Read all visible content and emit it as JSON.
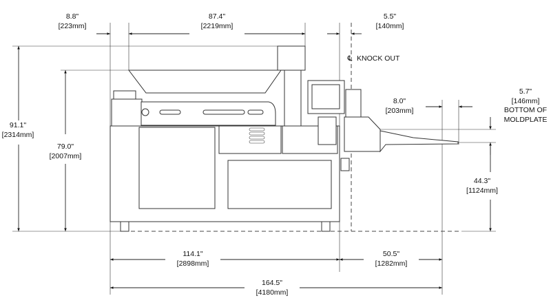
{
  "dimensions": {
    "hopper_offset": {
      "in": "8.8\"",
      "mm": "[223mm]"
    },
    "hopper_length": {
      "in": "87.4\"",
      "mm": "[2219mm]"
    },
    "knockout_offset": {
      "in": "5.5\"",
      "mm": "[140mm]"
    },
    "overall_height": {
      "in": "91.1\"",
      "mm": "[2314mm]"
    },
    "hopper_height": {
      "in": "79.0\"",
      "mm": "[2007mm]"
    },
    "conveyor_offset": {
      "in": "8.0\"",
      "mm": "[203mm]"
    },
    "moldplate_gap": {
      "in": "5.7\"",
      "mm": "[146mm]"
    },
    "moldplate_height": {
      "in": "44.3\"",
      "mm": "[1124mm]"
    },
    "machine_length": {
      "in": "114.1\"",
      "mm": "[2898mm]"
    },
    "discharge_length": {
      "in": "50.5\"",
      "mm": "[1282mm]"
    },
    "overall_length": {
      "in": "164.5\"",
      "mm": "[4180mm]"
    }
  },
  "labels": {
    "knock_out": "KNOCK OUT",
    "centerline_symbol": "℄",
    "bottom_of": "BOTTOM OF",
    "moldplate": "MOLDPLATE"
  }
}
